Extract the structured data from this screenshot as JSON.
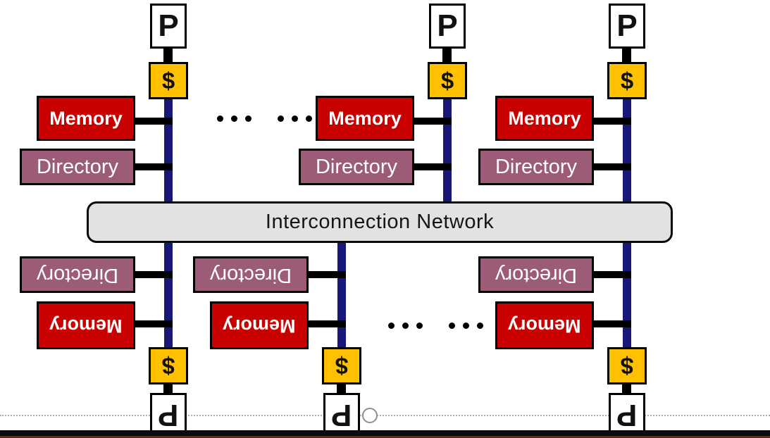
{
  "diagram": {
    "network": {
      "label": "Interconnection Network"
    },
    "node": {
      "processor_label": "P",
      "cache_label": "$",
      "memory_label": "Memory",
      "directory_label": "Directory"
    },
    "colors": {
      "memory_fill": "#C80000",
      "directory_fill": "#9C5C78",
      "cache_fill": "#FFC000",
      "processor_fill": "#FFFFFF",
      "bus_line": "#181878",
      "network_fill": "#E2E2E2",
      "bottom_bar": "#0B0B0B",
      "bottom_accent": "#6E2414"
    }
  }
}
